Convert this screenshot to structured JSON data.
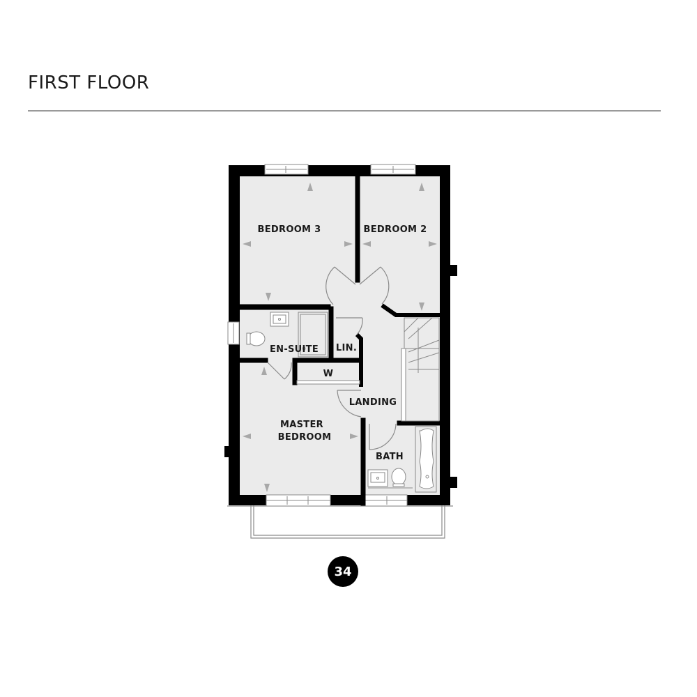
{
  "header": {
    "title": "FIRST FLOOR"
  },
  "plan": {
    "floor_fill": "#ebebeb",
    "wall_color": "#000000",
    "fixture_stroke": "#8a8a8a",
    "arrow_color": "#a8a8a8",
    "rooms": [
      {
        "id": "bedroom-3",
        "label": "BEDROOM 3"
      },
      {
        "id": "bedroom-2",
        "label": "BEDROOM 2"
      },
      {
        "id": "en-suite",
        "label": "EN-SUITE"
      },
      {
        "id": "linen",
        "label": "LIN."
      },
      {
        "id": "wardrobe",
        "label": "W"
      },
      {
        "id": "landing",
        "label": "LANDING"
      },
      {
        "id": "master-bedroom",
        "label_line1": "MASTER",
        "label_line2": "BEDROOM"
      },
      {
        "id": "bath",
        "label": "BATH"
      }
    ]
  },
  "plot": {
    "number": "34"
  }
}
